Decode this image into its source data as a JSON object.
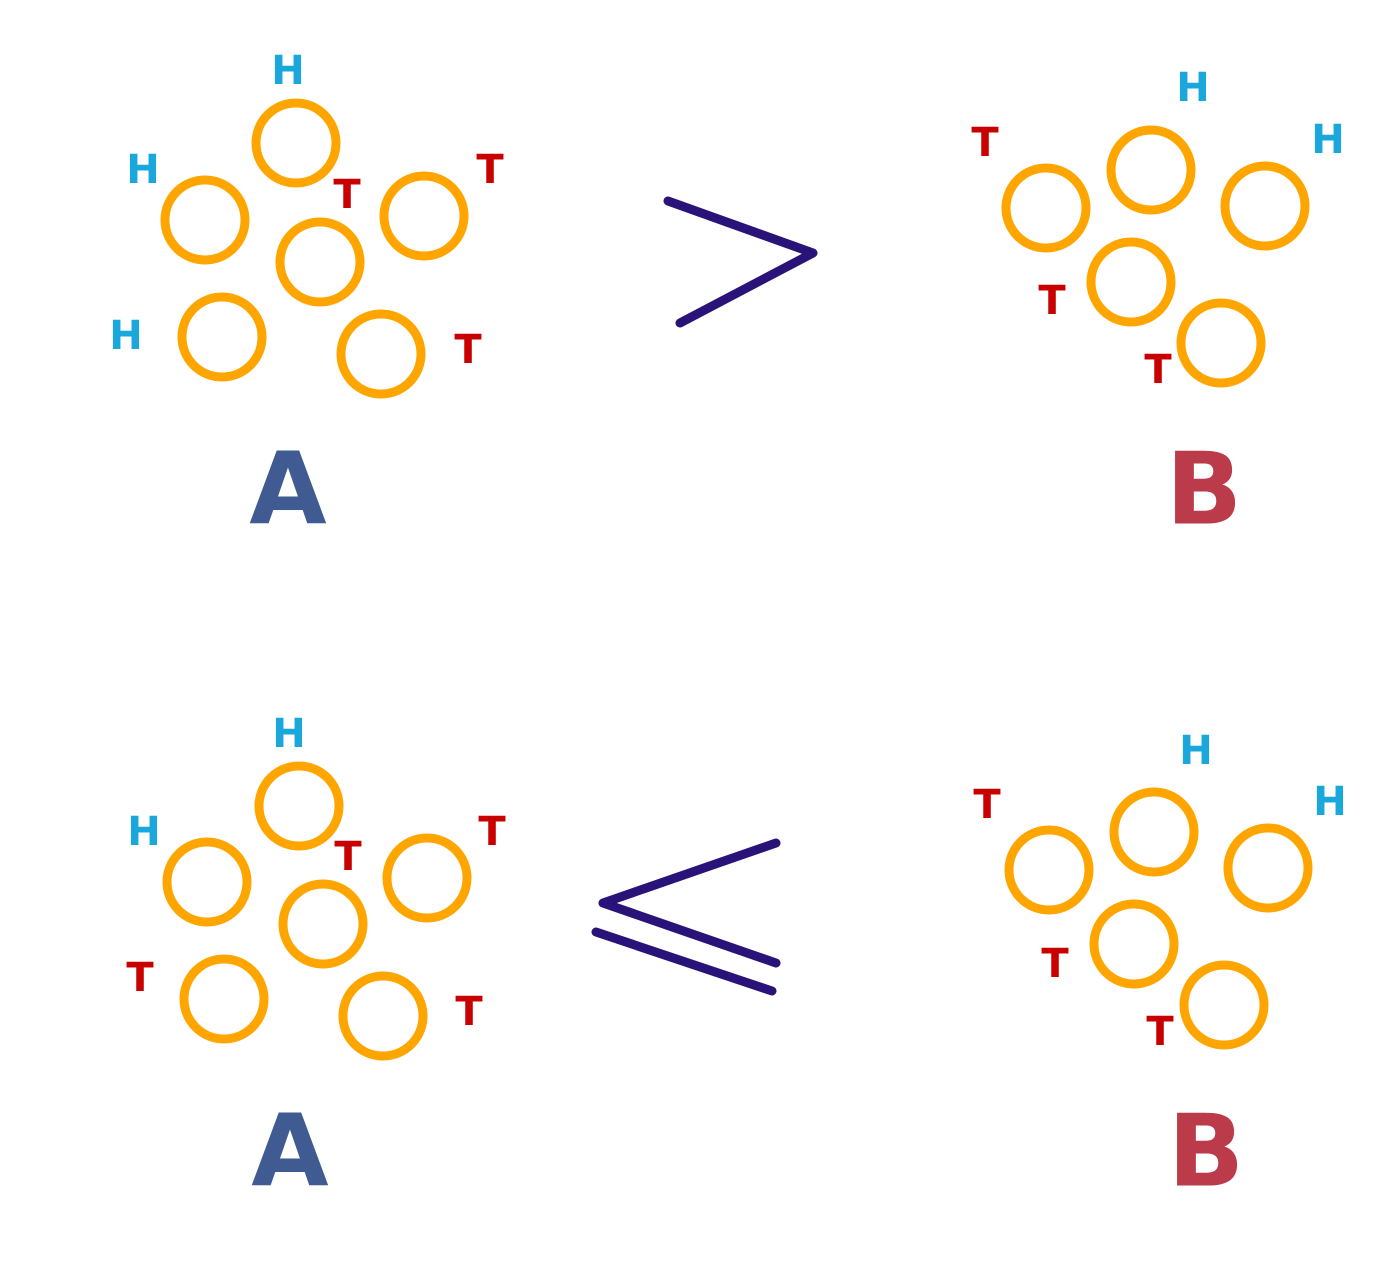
{
  "colors": {
    "coin": "#FFA500",
    "heads": "#1AA7DC",
    "tails": "#C80000",
    "symbol": "#2A1378",
    "set_a": "#3F5B92",
    "set_b": "#BB3B4A",
    "background": "#FFFFFF"
  },
  "rows": [
    {
      "relation": ">",
      "left": {
        "label": "A",
        "coins": [
          {
            "face": "H"
          },
          {
            "face": "H"
          },
          {
            "face": "T"
          },
          {
            "face": "T"
          },
          {
            "face": "H"
          },
          {
            "face": "T"
          }
        ]
      },
      "right": {
        "label": "B",
        "coins": [
          {
            "face": "T"
          },
          {
            "face": "H"
          },
          {
            "face": "H"
          },
          {
            "face": "T"
          },
          {
            "face": "T"
          }
        ]
      }
    },
    {
      "relation": "⩽",
      "left": {
        "label": "A",
        "coins": [
          {
            "face": "H"
          },
          {
            "face": "H"
          },
          {
            "face": "T"
          },
          {
            "face": "T"
          },
          {
            "face": "T"
          },
          {
            "face": "T"
          }
        ]
      },
      "right": {
        "label": "B",
        "coins": [
          {
            "face": "T"
          },
          {
            "face": "H"
          },
          {
            "face": "H"
          },
          {
            "face": "T"
          },
          {
            "face": "T"
          }
        ]
      }
    }
  ]
}
